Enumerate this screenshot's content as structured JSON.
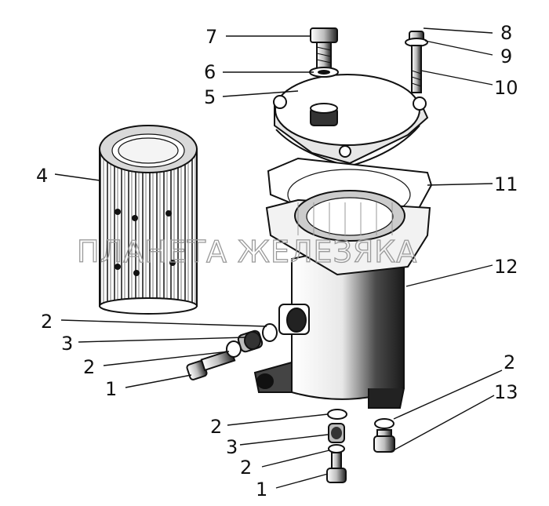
{
  "watermark": "ПЛАНЕТА ЖЕЛЕЗЯКА",
  "callouts": {
    "c7": "7",
    "c6": "6",
    "c5": "5",
    "c8": "8",
    "c9": "9",
    "c10": "10",
    "c4": "4",
    "c11": "11",
    "c12": "12",
    "c2a": "2",
    "c3a": "3",
    "c2b": "2",
    "c1a": "1",
    "c2c": "2",
    "c13": "13",
    "c2d": "2",
    "c3b": "3",
    "c2e": "2",
    "c1b": "1"
  },
  "colors": {
    "ink": "#111111",
    "paper": "#ffffff",
    "shade": "#333333",
    "watermark": "#9a9a9a"
  }
}
